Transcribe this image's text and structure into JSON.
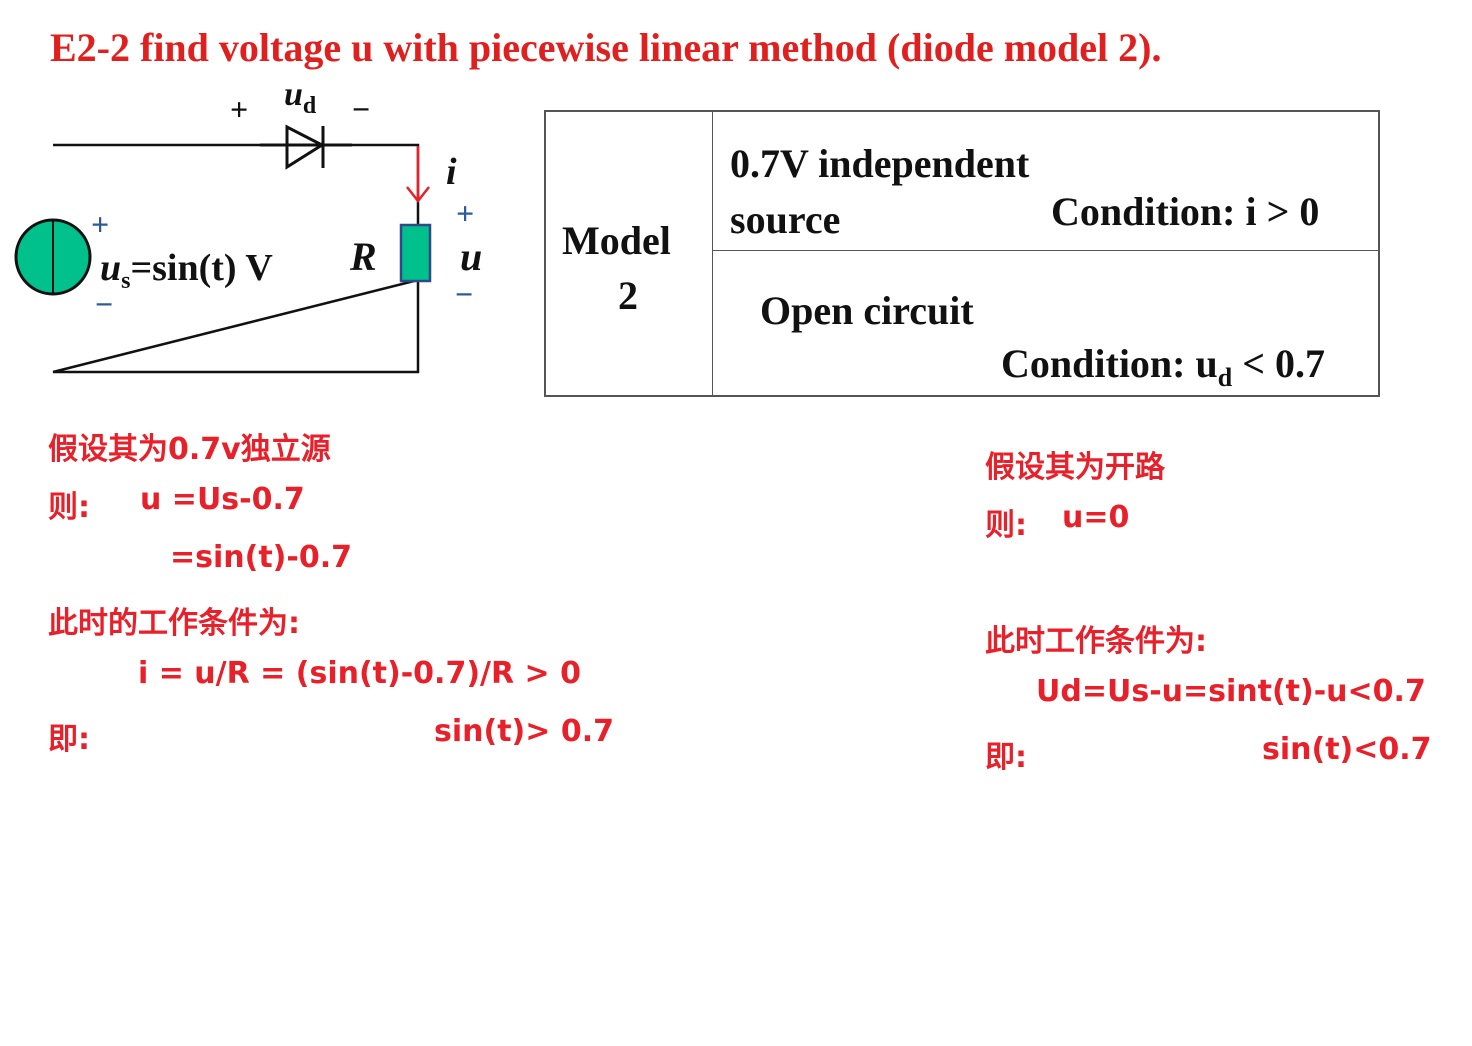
{
  "title": "E2-2  find voltage u with piecewise linear method (diode model 2).",
  "circuit": {
    "ud_label": "u",
    "ud_sub": "d",
    "plus": "+",
    "minus": "−",
    "i_label": "i",
    "source_label": "u",
    "source_sub": "s",
    "source_expr": "=sin(t) V",
    "R_label": "R",
    "u_label": "u"
  },
  "colors": {
    "accent": "#e8202a",
    "component_fill": "#00c08b",
    "polarity": "#2e5a9a"
  },
  "table": {
    "model": "Model",
    "model_num": "2",
    "row1_desc_line1": "0.7V independent",
    "row1_desc_line2": "source",
    "row1_condition": "Condition: i > 0",
    "row2_desc": "Open circuit",
    "row2_condition": "Condition: u",
    "row2_condition_sub": "d",
    "row2_condition_tail": " < 0.7"
  },
  "left": {
    "assume": "假设其为0.7v独立源",
    "then": "则:",
    "eq1": "u =Us-0.7",
    "eq2": "=sin(t)-0.7",
    "cond_label": "此时的工作条件为:",
    "cond_eq": "i = u/R = (sin(t)-0.7)/R > 0",
    "ie": "即:",
    "result": "sin(t)> 0.7"
  },
  "right": {
    "assume": "假设其为开路",
    "then": "则:",
    "eq1": "u=0",
    "cond_label": "此时工作条件为:",
    "cond_eq": "Ud=Us-u=sint(t)-u<0.7",
    "ie": "即:",
    "result": "sin(t)<0.7"
  }
}
